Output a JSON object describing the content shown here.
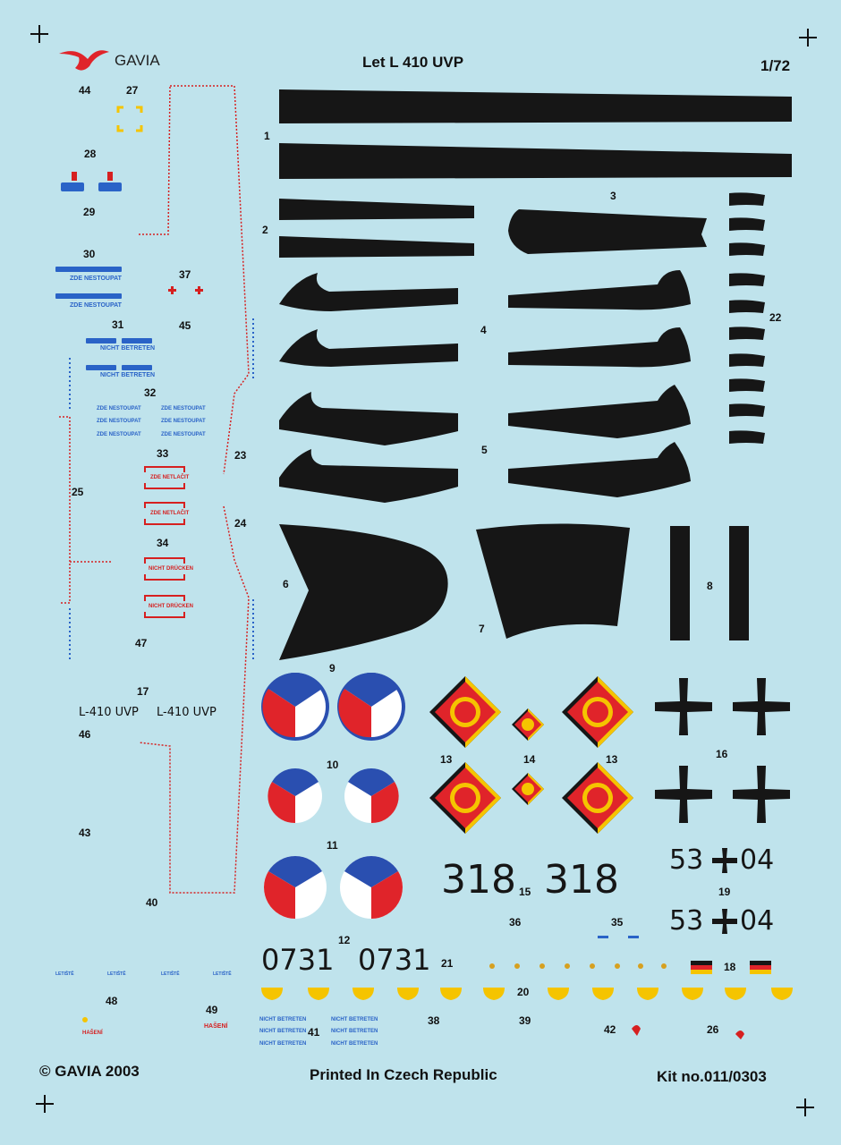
{
  "header": {
    "brand": "GAVIA",
    "title": "Let L 410 UVP",
    "scale": "1/72"
  },
  "footer": {
    "copyright": "© GAVIA  2003",
    "printed": "Printed In Czech Republic",
    "kit": "Kit no.011/0303"
  },
  "labels": {
    "n1": "1",
    "n2": "2",
    "n3": "3",
    "n4": "4",
    "n5": "5",
    "n6": "6",
    "n7": "7",
    "n8": "8",
    "n9": "9",
    "n10": "10",
    "n11": "11",
    "n12": "12",
    "n13a": "13",
    "n13b": "13",
    "n14": "14",
    "n15": "15",
    "n16": "16",
    "n17": "17",
    "n18": "18",
    "n19": "19",
    "n20": "20",
    "n21": "21",
    "n22": "22",
    "n23": "23",
    "n24": "24",
    "n25": "25",
    "n26": "26",
    "n27": "27",
    "n28": "28",
    "n29": "29",
    "n30": "30",
    "n31": "31",
    "n32": "32",
    "n33": "33",
    "n34": "34",
    "n35": "35",
    "n36": "36",
    "n37": "37",
    "n38": "38",
    "n39": "39",
    "n40": "40",
    "n41": "41",
    "n42": "42",
    "n43": "43",
    "n44": "44",
    "n45": "45",
    "n46": "46",
    "n47": "47",
    "n48": "48",
    "n49": "49"
  },
  "decals": {
    "zde_nestoupat": "ZDE NESTOUPAT",
    "nicht_betreten": "NICHT BETRETEN",
    "zde_netlacit": "ZDE NETLAČIT",
    "nicht_drucken": "NICHT DRÜCKEN",
    "type_name": "L-410 UVP",
    "serial_318": "318",
    "serial_0731": "0731",
    "code_53": "53",
    "code_04": "04",
    "haseni": "HAŠENÍ",
    "letiste": "LETIŠTĚ"
  },
  "colors": {
    "background": "#bfe3ec",
    "black": "#161616",
    "red": "#e0242a",
    "blue": "#2a4fb0",
    "yellow": "#f5c400",
    "white": "#ffffff"
  }
}
